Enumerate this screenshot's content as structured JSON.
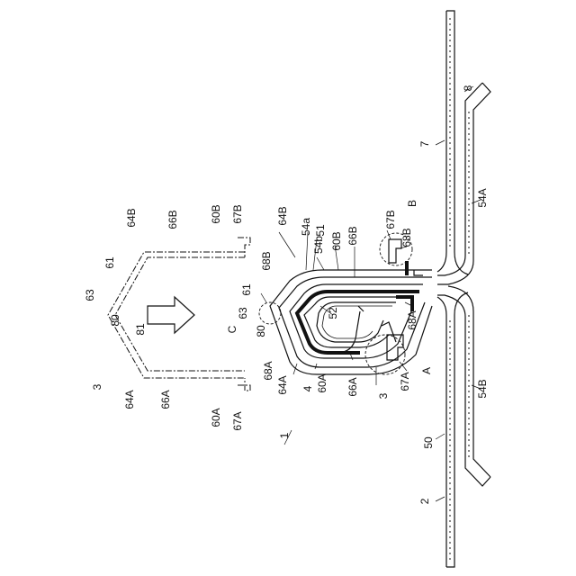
{
  "labels": {
    "l_2": "2",
    "l_7": "7",
    "l_8": "8",
    "l_50": "50",
    "l_54A": "54A",
    "l_54B": "54B",
    "l_1": "1",
    "l_3": "3",
    "l_4": "4",
    "l_51": "51",
    "l_52": "52",
    "l_54a": "54a",
    "l_54b": "54b",
    "l_60A": "60A",
    "l_60B": "60B",
    "l_61": "61",
    "l_63": "63",
    "l_64A": "64A",
    "l_64B": "64B",
    "l_66A": "66A",
    "l_66B": "66B",
    "l_67A": "67A",
    "l_67B": "67B",
    "l_68A": "68A",
    "l_68B": "68B",
    "l_80": "80",
    "l_A": "A",
    "l_B": "B",
    "l_C": "C",
    "g_64B": "64B",
    "g_66B": "66B",
    "g_60B": "60B",
    "g_67B": "67B",
    "g_61": "61",
    "g_63": "63",
    "g_80": "80",
    "g_81": "81",
    "g_68B": "68B",
    "g_3": "3",
    "g_64A": "64A",
    "g_66A": "66A",
    "g_68A": "68A",
    "g_60A": "60A",
    "g_67A": "67A"
  }
}
